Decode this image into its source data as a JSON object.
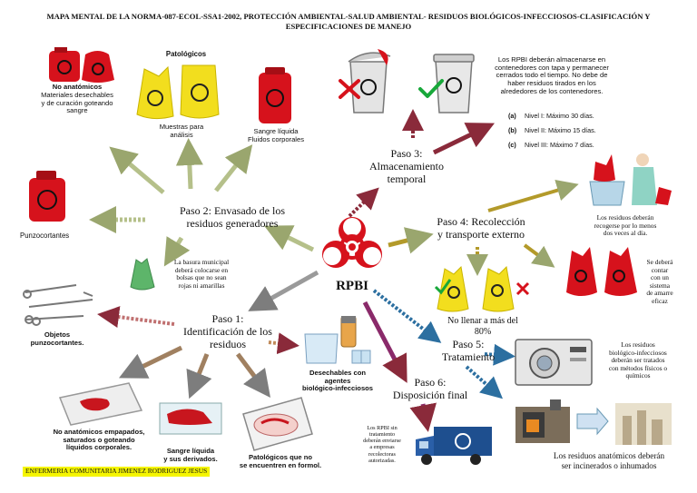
{
  "title": "MAPA MENTAL DE LA NORMA-087-ECOL-SSA1-2002, PROTECCIÓN AMBIENTAL-SALUD AMBIENTAL- RESIDUOS BIOLÓGICOS-INFECCIOSOS-CLASIFICACIÓN Y ESPECIFICACIONES DE MANEJO",
  "center": {
    "label": "RPBI"
  },
  "paso1": {
    "heading": "Paso 1:\nIdentificación de los\nresiduos",
    "objetos": "Objetos\npunzocortantes.",
    "desechables": "Desechables con\nagentes\nbiológico-infecciosos",
    "no_anatomicos": "No anatómicos empapados,\nsaturados o goteando\nlíquidos corporales.",
    "sangre": "Sangre líquida\ny sus derivados.",
    "patologicos": "Patológicos que no\nse encuentren en formol."
  },
  "paso2": {
    "heading": "Paso 2: Envasado de los\nresiduos generadores",
    "no_anatomicos_title": "No anatómicos",
    "no_anatomicos_desc": "Materiales desechables\ny de curación goteando\nsangre",
    "patologicos_title": "Patológicos",
    "patologicos_desc": "Muestras para\nanálisis",
    "sangre_desc": "Sangre líquida\nFluidos corporales",
    "punzocortantes": "Punzocortantes",
    "basura": "La basura municipal\ndeberá colocarse en\nbolsas que no sean\nrojas ni amarillas"
  },
  "paso3": {
    "heading": "Paso 3:\nAlmacenamiento\ntemporal",
    "note": "Los RPBI deberán almacenarse en\ncontenedores con tapa y permanecer\ncerrados todo el tiempo. No debe de\nhaber residuos tirados en los\nalrededores de los contenedores.",
    "levels": [
      {
        "key": "(a)",
        "text": "Nivel I: Máximo 30 días."
      },
      {
        "key": "(b)",
        "text": "Nivel II: Máximo 15 días."
      },
      {
        "key": "(c)",
        "text": "Nivel III: Máximo 7 días."
      }
    ]
  },
  "paso4": {
    "heading": "Paso 4: Recolección\ny transporte externo",
    "recoger": "Los residuos deberán\nrecogerse por lo menos\ndos veces al día.",
    "amarre": "Se deberá\ncontar\ncon un\nsistema\nde amarre\neficaz",
    "llenar": "No llenar a más del\n80%"
  },
  "paso5": {
    "heading": "Paso 5:\nTratamiento",
    "note": "Los residuos\nbiológico-infecciosos\ndeberán ser tratados\ncon métodos físicos o\nquímicos",
    "incinerados": "Los residuos anatómicos deberán\nser incinerados o inhumados"
  },
  "paso6": {
    "heading": "Paso 6:\nDisposición final",
    "note": "Los RPBI sin\ntratamiento\ndeberán enviarse\na empresas\nrecolectoras\nautorizadas."
  },
  "credit": "ENFERMERIA COMUNITARIA\nJIMENEZ RODRIGUEZ JESUS",
  "colors": {
    "biohazard_red": "#d6121c",
    "bag_yellow": "#f2de1e",
    "bag_green": "#5db56a",
    "arrow_gray": "#8a8a8a",
    "arrow_olive": "#b5c08a",
    "arrow_maroon": "#8a2a3a",
    "arrow_blue": "#2c6fa0",
    "credit_bg": "#f5f500"
  },
  "icons": [
    "biohazard-symbol-icon",
    "red-container-icon",
    "red-bag-icon",
    "yellow-bag-icon",
    "green-bag-icon",
    "sharps-instruments-icon",
    "storage-bin-icon",
    "cross-mark-icon",
    "check-mark-icon",
    "worker-icon",
    "autoclave-icon",
    "incinerator-icon",
    "truck-icon",
    "vials-icon",
    "tray-icon"
  ]
}
